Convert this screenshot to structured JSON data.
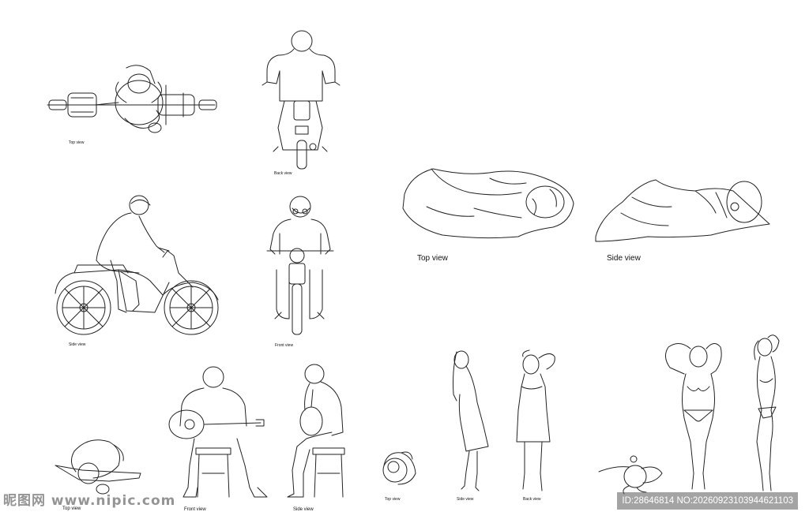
{
  "labels": {
    "moto_top": "Top view",
    "moto_back": "Back view",
    "moto_side": "Side view",
    "moto_front": "Front view",
    "sleep_top": "Top view",
    "sleep_side": "Side view",
    "guitar_top": "Top view",
    "guitar_front": "Front view",
    "guitar_side": "Side view",
    "towel_top": "Top view",
    "towel_side": "Side view",
    "towel_back": "Back view"
  },
  "watermark": {
    "site": "昵图网 www.nipic.com",
    "id": "ID:28646814 NO:20260923103944621103"
  }
}
